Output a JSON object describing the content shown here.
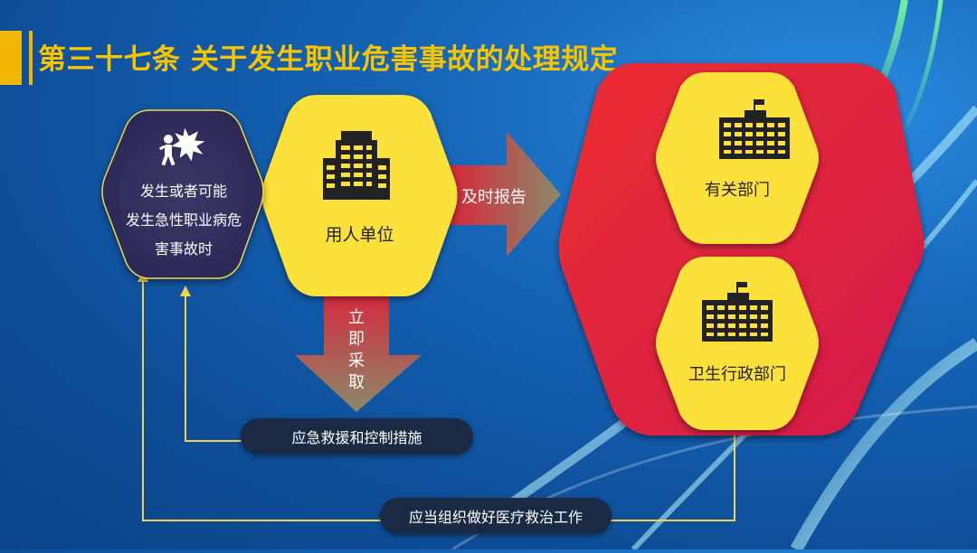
{
  "title": "第三十七条 关于发生职业危害事故的处理规定",
  "nodes": {
    "incident": {
      "lines": [
        "发生或者可能",
        "发生急性职业病危",
        "害事故时"
      ],
      "icon": "injured-person-icon"
    },
    "employer": {
      "label": "用人单位",
      "icon": "office-building-icon"
    },
    "related_dept": {
      "label": "有关部门",
      "icon": "government-building-icon"
    },
    "health_admin": {
      "label": "卫生行政部门",
      "icon": "government-building-icon"
    }
  },
  "arrows": {
    "report": "及时报告",
    "immediate": [
      "立",
      "即",
      "采",
      "取"
    ]
  },
  "pills": {
    "emergency": "应急救援和控制措施",
    "medical": "应当组织做好医疗救治工作"
  },
  "colors": {
    "yellow": "#fde13a",
    "red": "#e5283a",
    "title": "#f7c500",
    "connector": "#f3d24a"
  }
}
